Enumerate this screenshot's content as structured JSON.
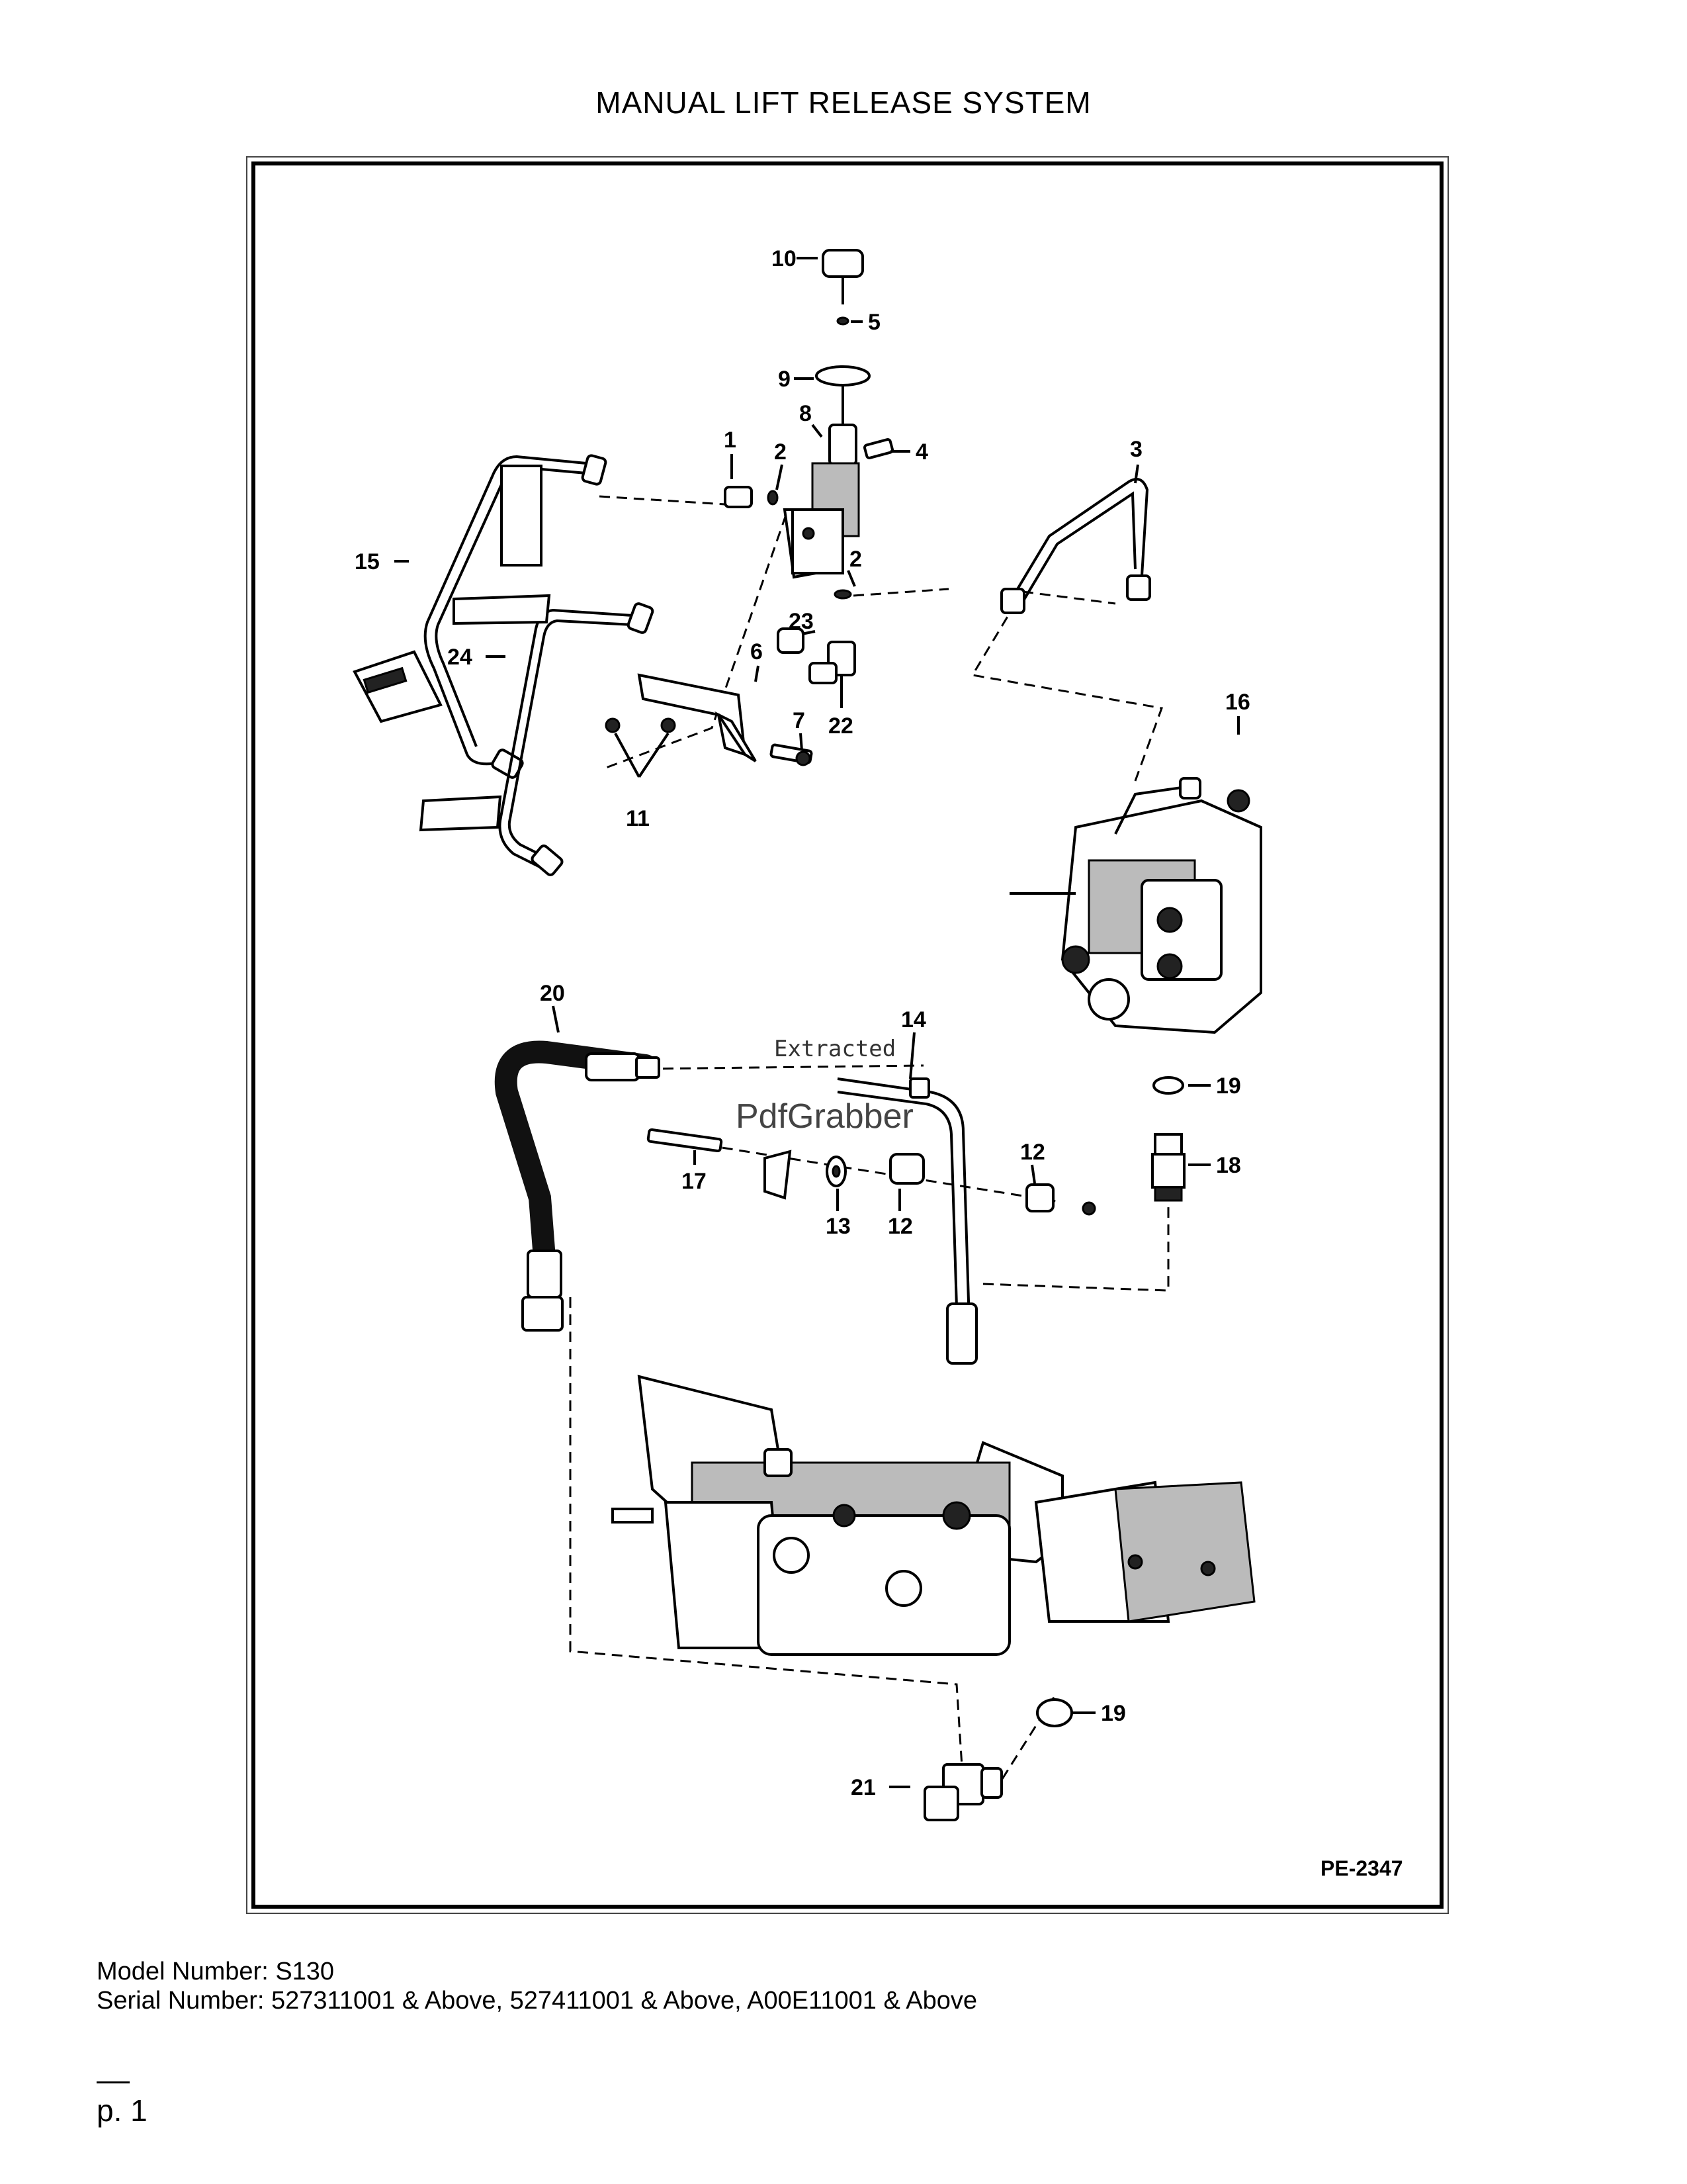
{
  "title": "MANUAL LIFT RELEASE SYSTEM",
  "diagram": {
    "code": "PE-2347",
    "watermark_line1": "Extracted",
    "watermark_line2": "PdfGrabber",
    "callouts": [
      "1",
      "2",
      "2",
      "3",
      "4",
      "5",
      "6",
      "7",
      "8",
      "9",
      "10",
      "11",
      "12",
      "12",
      "13",
      "14",
      "15",
      "16",
      "17",
      "18",
      "19",
      "19",
      "20",
      "21",
      "22",
      "23",
      "24"
    ]
  },
  "footer": {
    "model": "Model Number: S130",
    "serial": "Serial Number: 527311001 & Above, 527411001 & Above, A00E11001 & Above"
  },
  "page": "p. 1"
}
